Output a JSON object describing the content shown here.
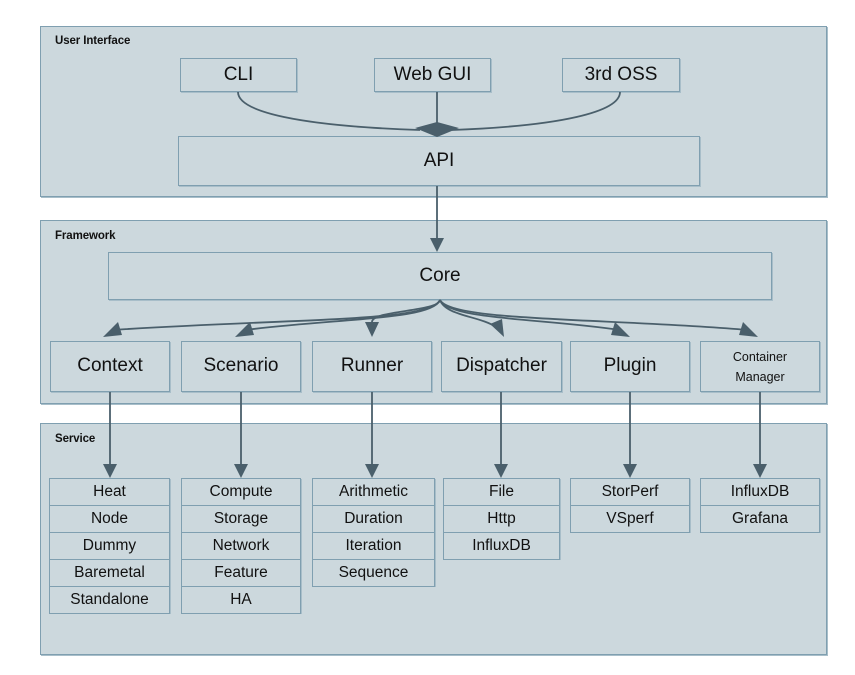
{
  "diagram": {
    "title_layers": [
      "User Interface",
      "Framework",
      "Service"
    ],
    "colors": {
      "panel_fill": "#ccd8dd",
      "panel_border": "#7f9fb0",
      "arrow": "#4a5f6b",
      "text": "#111111",
      "page_background": "#ffffff"
    }
  },
  "layers": {
    "user_interface": {
      "label": "User Interface",
      "nodes": [
        {
          "label": "CLI"
        },
        {
          "label": "Web GUI"
        },
        {
          "label": "3rd OSS"
        },
        {
          "label": "API"
        }
      ]
    },
    "framework": {
      "label": "Framework",
      "core": {
        "label": "Core"
      },
      "nodes": [
        {
          "label": "Context"
        },
        {
          "label": "Scenario"
        },
        {
          "label": "Runner"
        },
        {
          "label": "Dispatcher"
        },
        {
          "label": "Plugin"
        },
        {
          "label_line1": "Container",
          "label_line2": "Manager"
        }
      ]
    },
    "service": {
      "label": "Service",
      "columns": [
        {
          "parent": "Context",
          "items": [
            "Heat",
            "Node",
            "Dummy",
            "Baremetal",
            "Standalone"
          ]
        },
        {
          "parent": "Scenario",
          "items": [
            "Compute",
            "Storage",
            "Network",
            "Feature",
            "HA"
          ]
        },
        {
          "parent": "Runner",
          "items": [
            "Arithmetic",
            "Duration",
            "Iteration",
            "Sequence"
          ]
        },
        {
          "parent": "Dispatcher",
          "items": [
            "File",
            "Http",
            "InfluxDB"
          ]
        },
        {
          "parent": "Plugin",
          "items": [
            "StorPerf",
            "VSperf"
          ]
        },
        {
          "parent": "Container Manager",
          "items": [
            "InfluxDB",
            "Grafana"
          ]
        }
      ]
    }
  }
}
